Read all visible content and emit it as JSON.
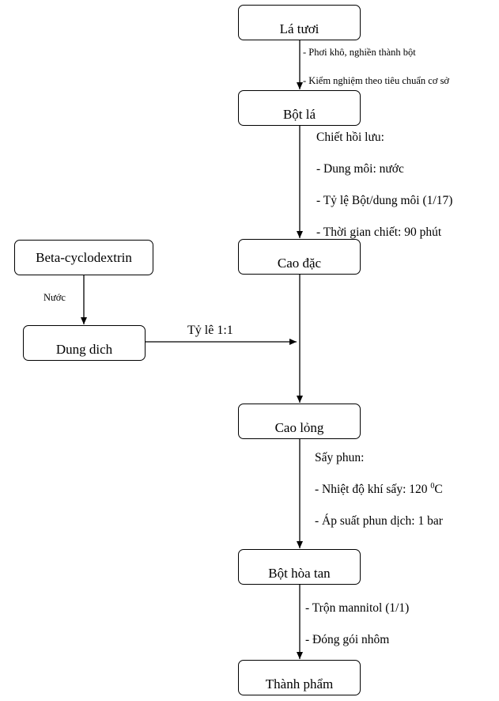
{
  "nodes": {
    "la_tuoi": "Lá tươi",
    "bot_la": "Bột lá",
    "beta": "Beta-cyclodextrin",
    "cao_dac": "Cao đặc",
    "dung_dich": "Dung dich",
    "cao_long": "Cao lỏng",
    "bot_hoa_tan": "Bột hòa tan",
    "thanh_pham": "Thành phẩm"
  },
  "notes": {
    "step1_a": "- Phơi khô, nghiền thành bột",
    "step1_b": "- Kiểm nghiệm theo tiêu chuẩn cơ sở",
    "extract_title": "Chiết hồi lưu:",
    "extract_solvent": "- Dung môi: nước",
    "extract_ratio": "- Tỷ lệ Bột/dung môi (1/17)",
    "extract_time": "- Thời gian chiết: 90 phút",
    "water": "Nước",
    "ratio": "Tỷ lê 1:1",
    "spray_title": "Sấy phun:",
    "spray_temp_prefix": "- Nhiệt độ khí sấy: 120 ",
    "spray_temp_sup": "0",
    "spray_temp_unit": "C",
    "spray_pressure": "- Áp suất phun dịch: 1 bar",
    "mix": "- Trộn mannitol (1/1)",
    "pack": "- Đóng gói nhôm"
  }
}
